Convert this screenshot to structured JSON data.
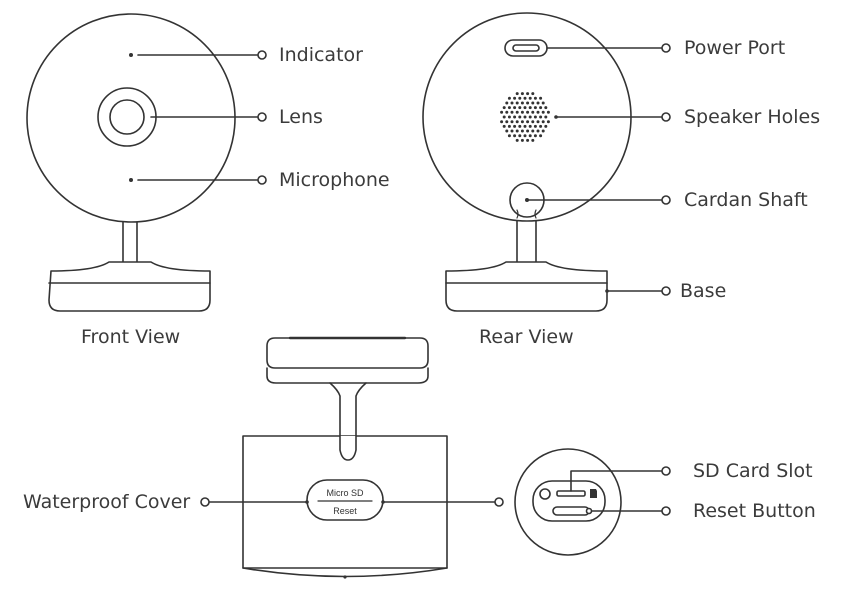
{
  "front_view": {
    "caption": "Front View",
    "callouts": {
      "indicator": "Indicator",
      "lens": "Lens",
      "microphone": "Microphone"
    }
  },
  "rear_view": {
    "caption": "Rear View",
    "callouts": {
      "power_port": "Power Port",
      "speaker_holes": "Speaker Holes",
      "cardan_shaft": "Cardan Shaft",
      "base": "Base"
    }
  },
  "bottom_view": {
    "callouts": {
      "waterproof_cover": "Waterproof Cover",
      "sd_card_slot": "SD Card Slot",
      "reset_button": "Reset Button"
    },
    "cover_text": {
      "line1": "Micro SD",
      "line2": "Reset"
    }
  },
  "colors": {
    "stroke": "#333333",
    "text": "#3b3b3b",
    "background": "#ffffff"
  }
}
